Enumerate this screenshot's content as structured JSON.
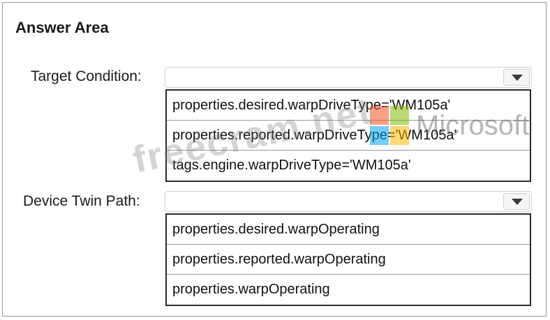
{
  "header": {
    "title": "Answer Area"
  },
  "target_condition": {
    "label": "Target Condition:",
    "options": [
      "properties.desired.warpDriveType='WM105a'",
      "properties.reported.warpDriveType='WM105a'",
      "tags.engine.warpDriveType='WM105a'"
    ]
  },
  "device_twin_path": {
    "label": "Device Twin Path:",
    "options": [
      "properties.desired.warpOperating",
      "properties.reported.warpOperating",
      "properties.warpOperating"
    ]
  },
  "watermark": {
    "site": "freecram.net",
    "brand": "Microsoft"
  },
  "icons": {
    "dropdown": "chevron-down-icon",
    "brand_logo": "microsoft-logo-icon"
  }
}
